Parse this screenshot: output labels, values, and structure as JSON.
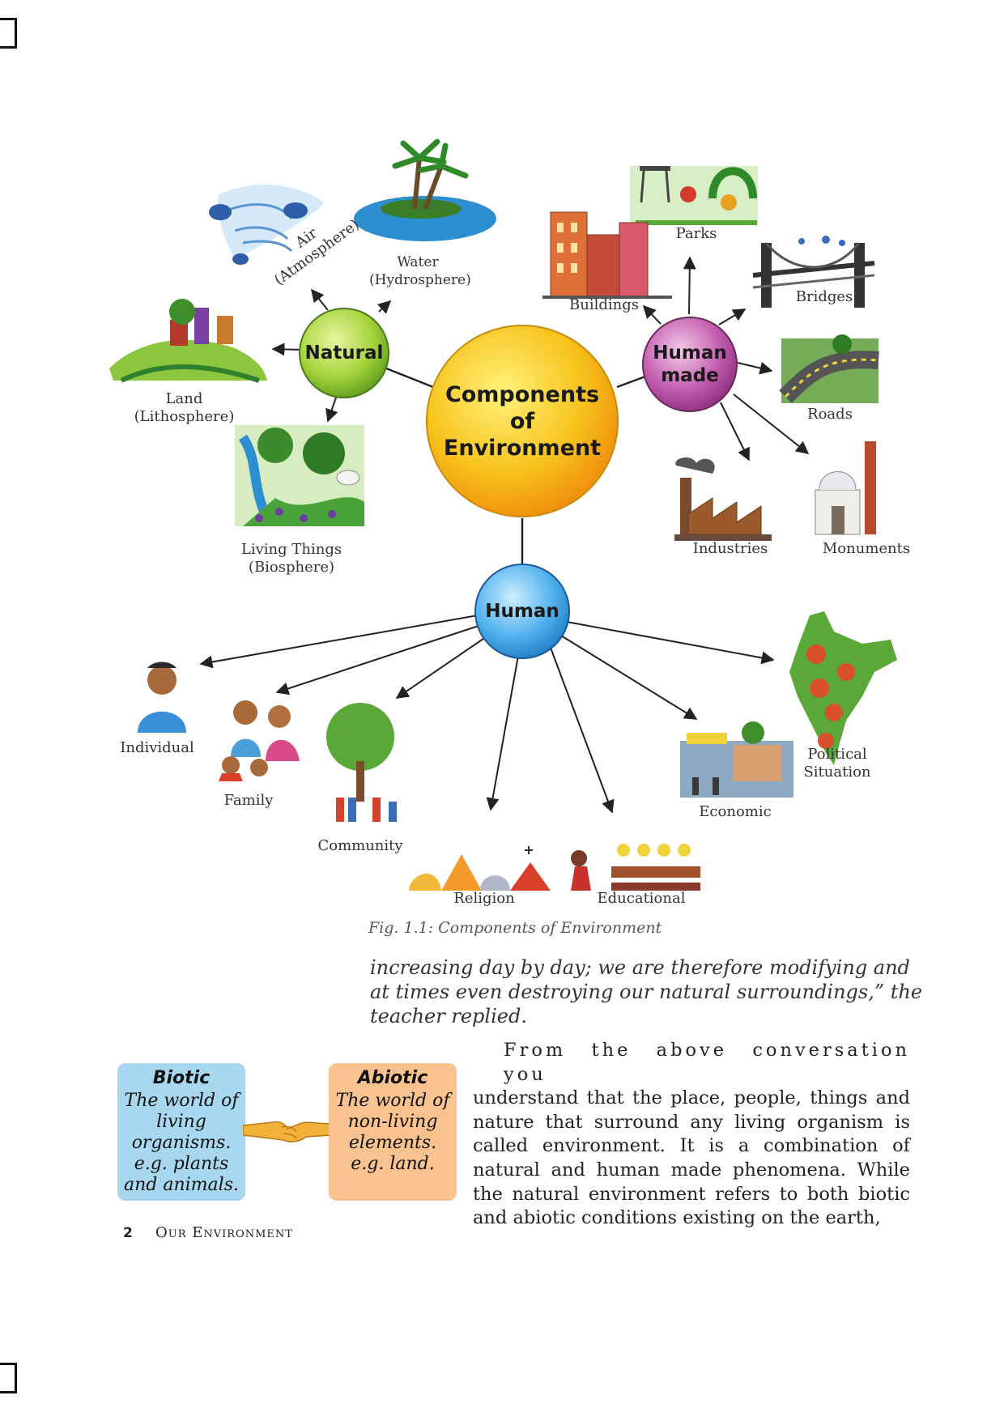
{
  "diagram": {
    "center": [
      "Components",
      "of",
      "Environment"
    ],
    "hubs": {
      "natural": "Natural",
      "human_made": [
        "Human",
        "made"
      ],
      "human": "Human"
    },
    "natural_items": {
      "air": [
        "Air",
        "(Atmosphere)"
      ],
      "water": [
        "Water",
        "(Hydrosphere)"
      ],
      "land": [
        "Land",
        "(Lithosphere)"
      ],
      "living": [
        "Living Things",
        "(Biosphere)"
      ]
    },
    "human_made_items": {
      "parks": "Parks",
      "buildings": "Buildings",
      "bridges": "Bridges",
      "roads": "Roads",
      "industries": "Industries",
      "monuments": "Monuments"
    },
    "human_items": {
      "individual": "Individual",
      "family": "Family",
      "community": "Community",
      "religion": "Religion",
      "educational": "Educational",
      "economic": "Economic",
      "political": [
        "Political",
        "Situation"
      ]
    }
  },
  "caption": "Fig. 1.1: Components of Environment",
  "quote_lines": [
    "increasing day by day; we are therefore modifying and",
    "at times even destroying our natural surroundings,” the",
    "teacher replied."
  ],
  "biotic": {
    "title": "Biotic",
    "lines": [
      "The world of",
      "living",
      "organisms.",
      "e.g. plants",
      "and animals."
    ]
  },
  "abiotic": {
    "title": "Abiotic",
    "lines": [
      "The world of",
      "non-living",
      "elements.",
      "e.g. land."
    ]
  },
  "paragraph": {
    "first_line": "From the above conversation you",
    "rest": "understand that the place, people, things and nature that surround any living organism is called environment. It is a combination of natural and human made phenomena. While the natural environment refers to both biotic and abiotic conditions existing on the earth,"
  },
  "footer": {
    "page_number": "2",
    "title": "Our Environment"
  },
  "colors": {
    "center": "#f7c21b",
    "natural": "#8cc63f",
    "human_made": "#b04a9a",
    "human": "#3ca0e0",
    "biotic_box": "#a8d8f0",
    "abiotic_box": "#f9c28f"
  }
}
